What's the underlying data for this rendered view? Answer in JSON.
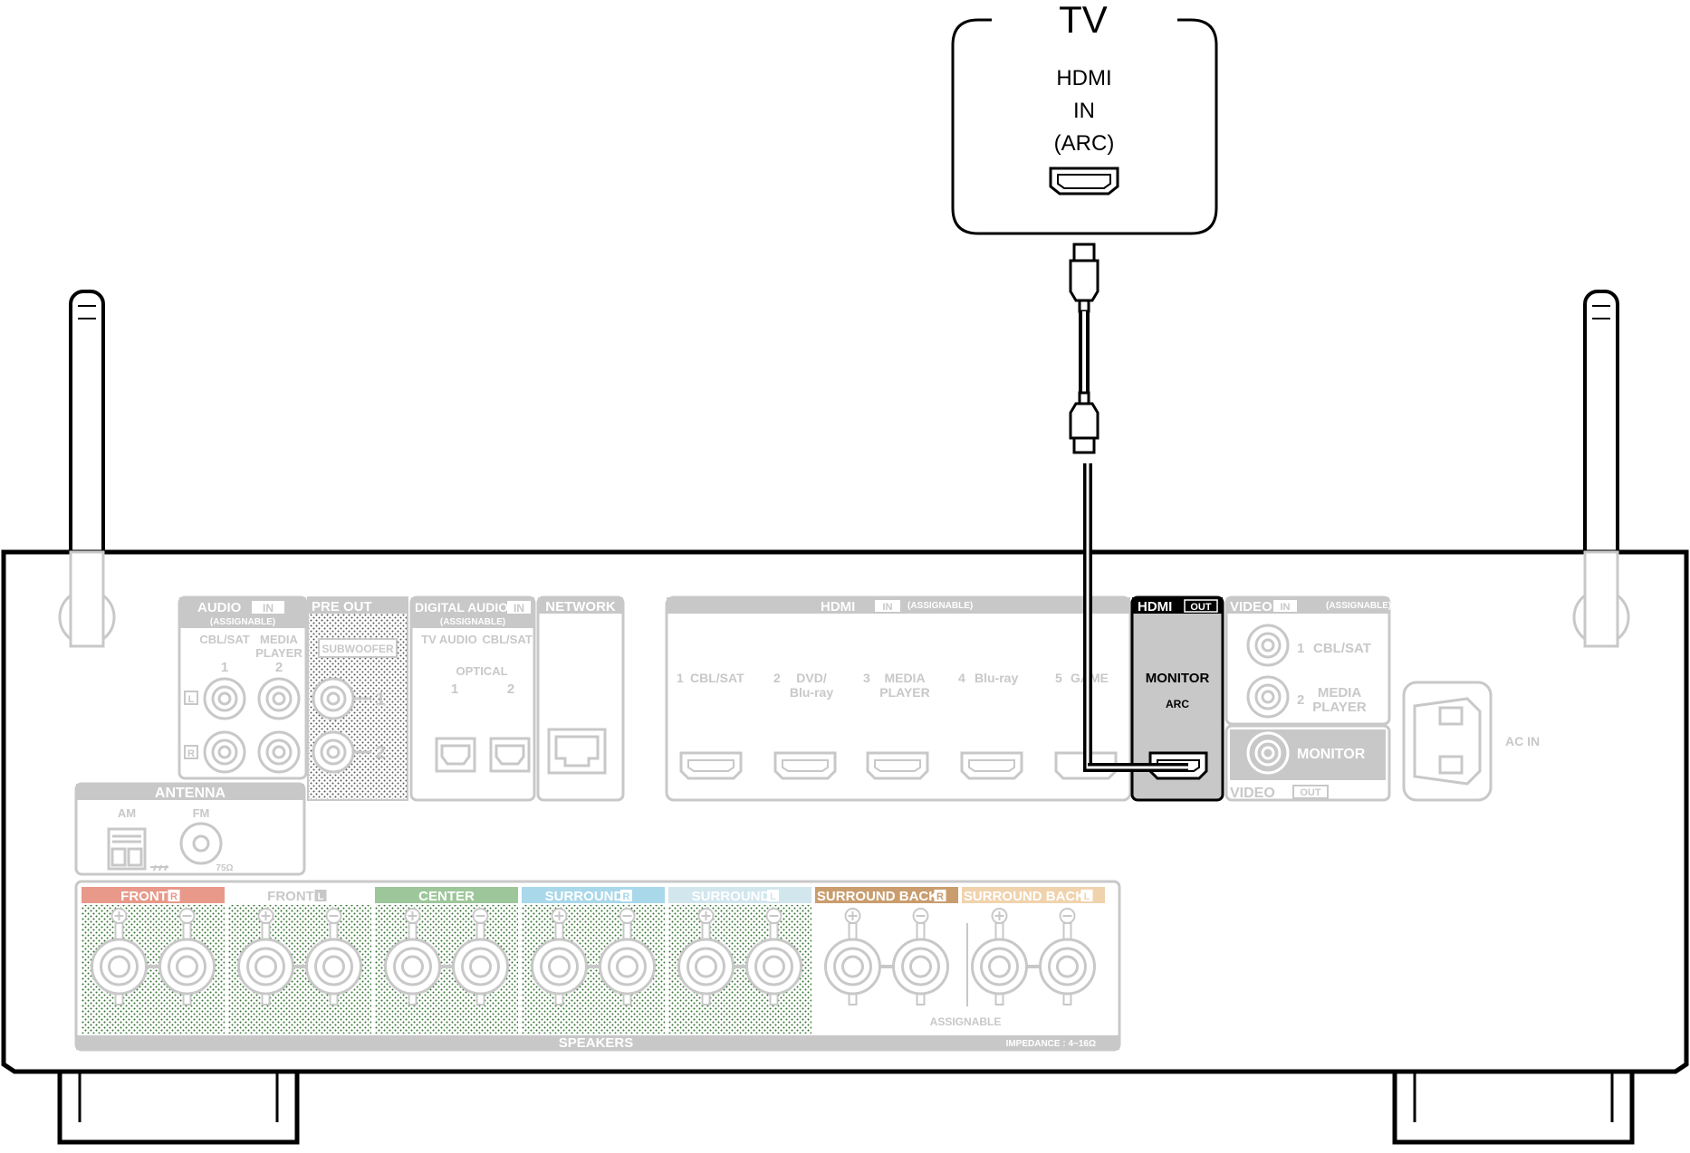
{
  "tv": {
    "title": "TV",
    "port_line1": "HDMI",
    "port_line2": "IN",
    "port_line3": "(ARC)"
  },
  "receiver": {
    "audio_in": {
      "title": "AUDIO",
      "badge": "IN",
      "sub": "(ASSIGNABLE)",
      "col1": "CBL/SAT",
      "col2a": "MEDIA",
      "col2b": "PLAYER",
      "n1": "1",
      "n2": "2",
      "l": "L",
      "r": "R"
    },
    "pre_out": {
      "title": "PRE OUT",
      "sub": "SUBWOOFER",
      "n1": "1",
      "n2": "2"
    },
    "digital_audio_in": {
      "title": "DIGITAL AUDIO",
      "badge": "IN",
      "sub": "(ASSIGNABLE)",
      "col1": "TV AUDIO",
      "col2": "CBL/SAT",
      "optical": "OPTICAL",
      "n1": "1",
      "n2": "2"
    },
    "network": {
      "title": "NETWORK"
    },
    "hdmi_in": {
      "title": "HDMI",
      "badge": "IN",
      "sub": "(ASSIGNABLE)",
      "ports": [
        {
          "num": "1",
          "line1": "CBL/SAT",
          "line2": ""
        },
        {
          "num": "2",
          "line1": "DVD/",
          "line2": "Blu-ray"
        },
        {
          "num": "3",
          "line1": "MEDIA",
          "line2": "PLAYER"
        },
        {
          "num": "4",
          "line1": "Blu-ray",
          "line2": ""
        },
        {
          "num": "5",
          "line1": "GAME",
          "line2": ""
        }
      ]
    },
    "hdmi_out": {
      "title": "HDMI",
      "badge": "OUT",
      "monitor": "MONITOR",
      "arc": "ARC"
    },
    "video_in": {
      "title": "VIDEO",
      "badge": "IN",
      "sub": "(ASSIGNABLE)",
      "p1_num": "1",
      "p1_label": "CBL/SAT",
      "p2_num": "2",
      "p2_line1": "MEDIA",
      "p2_line2": "PLAYER"
    },
    "video_out": {
      "monitor": "MONITOR",
      "title": "VIDEO",
      "badge": "OUT"
    },
    "ac_in": "AC IN",
    "antenna": {
      "title": "ANTENNA",
      "am": "AM",
      "fm": "FM",
      "ohm": "75Ω"
    },
    "speakers": {
      "title": "SPEAKERS",
      "impedance": "IMPEDANCE : 4~16Ω",
      "assignable": "ASSIGNABLE",
      "groups": [
        {
          "label": "FRONT",
          "side": "R",
          "color": "#e8998a"
        },
        {
          "label": "FRONT",
          "side": "L",
          "color": "#ffffff"
        },
        {
          "label": "CENTER",
          "side": "",
          "color": "#9dc79a"
        },
        {
          "label": "SURROUND",
          "side": "R",
          "color": "#a9d8ea"
        },
        {
          "label": "SURROUND",
          "side": "L",
          "color": "#d2e6ee"
        },
        {
          "label": "SURROUND BACK",
          "side": "R",
          "color": "#c99d6e"
        },
        {
          "label": "SURROUND BACK",
          "side": "L",
          "color": "#f0d3ad"
        }
      ]
    }
  },
  "colors": {
    "panel_gray": "#c8c8c8",
    "hdmi_out_fill": "#c8c8c8",
    "cable": "#000000"
  }
}
